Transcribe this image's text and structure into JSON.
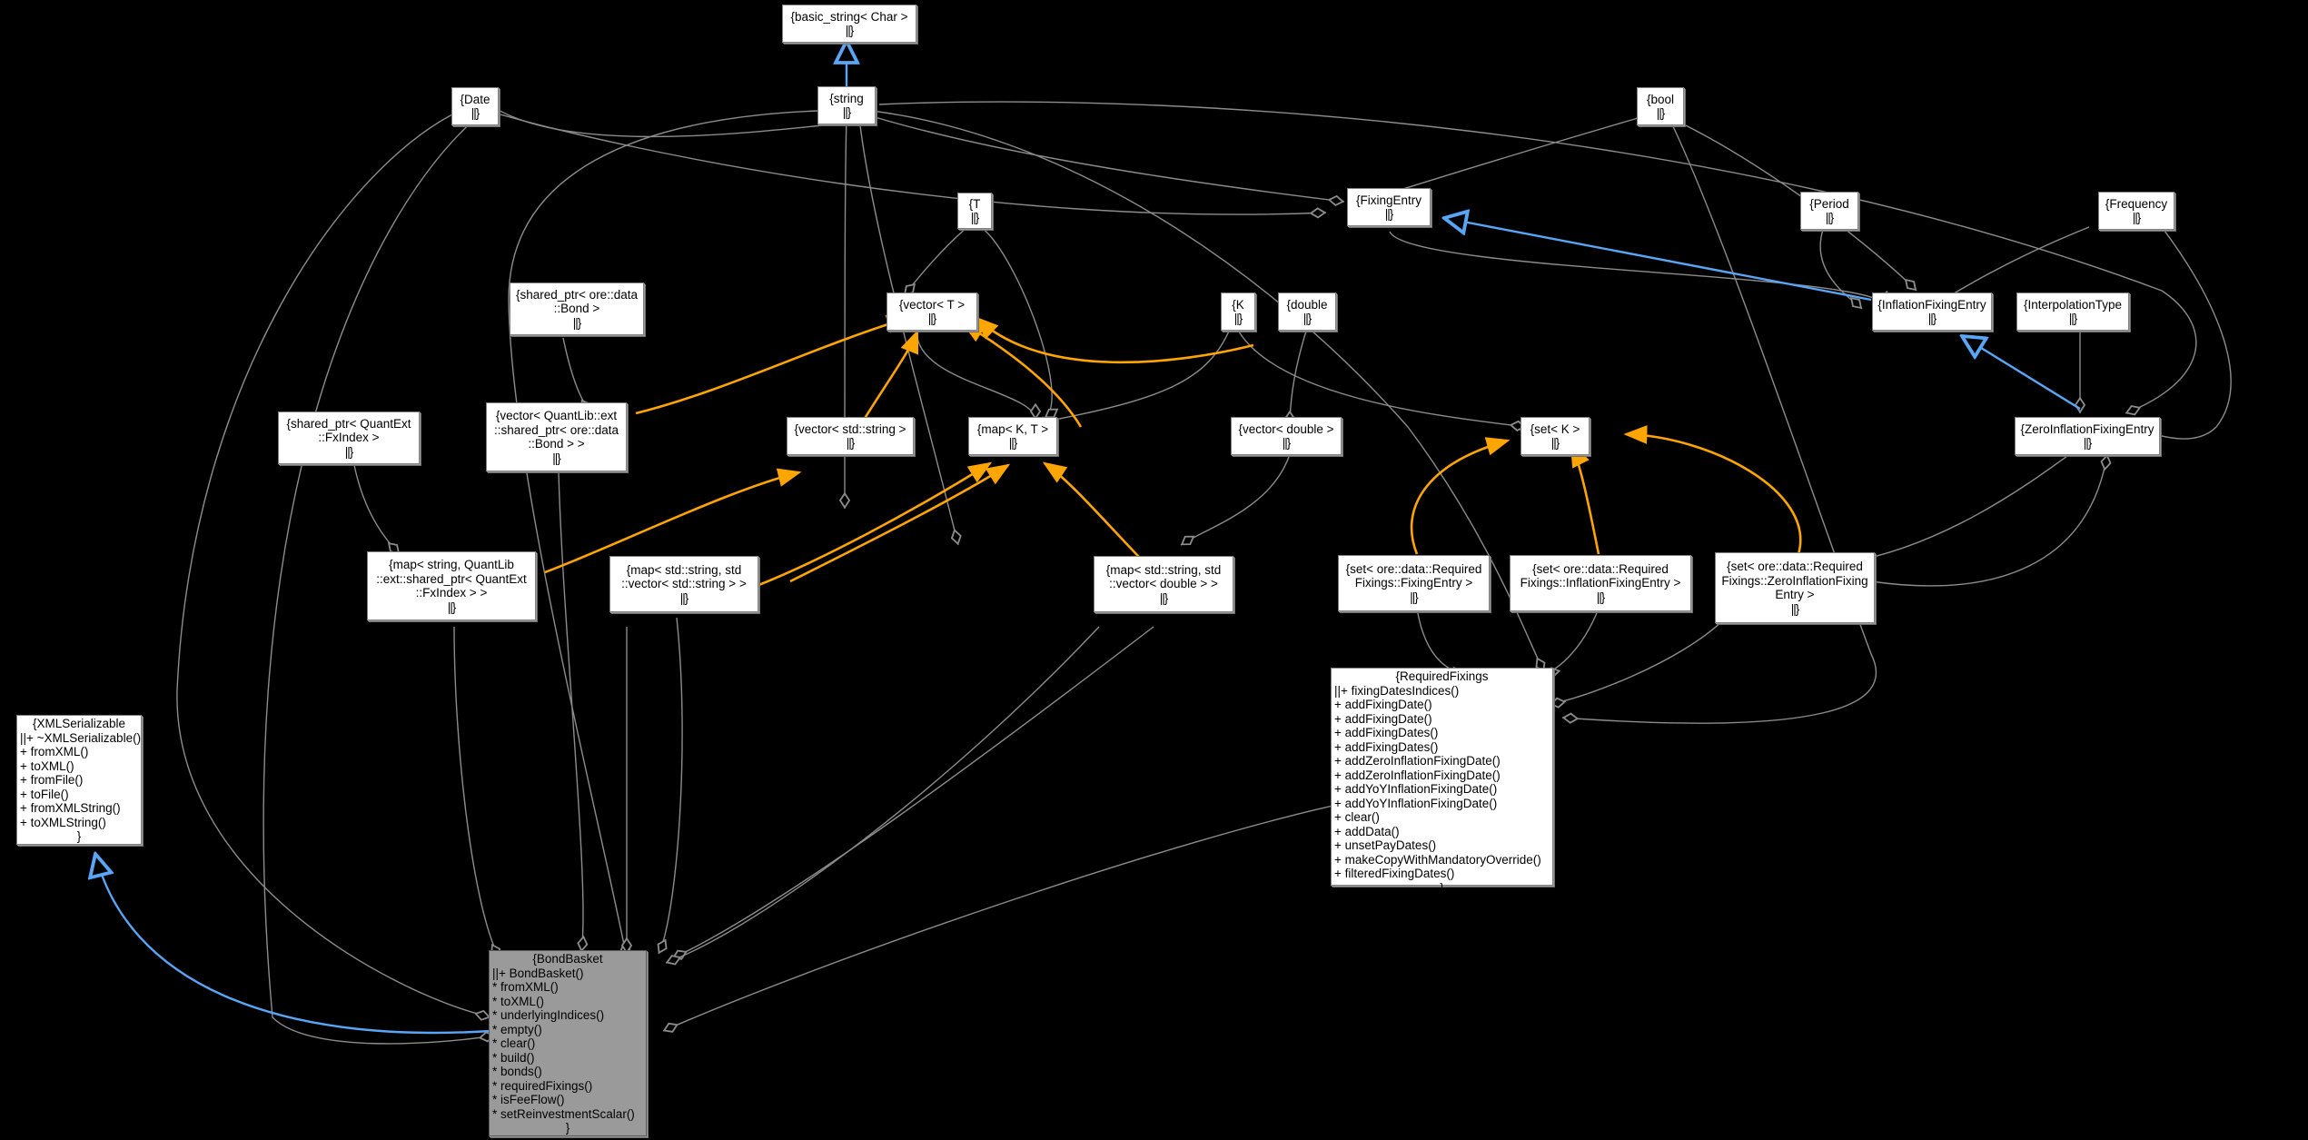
{
  "diagram": {
    "kind": "uml-collaboration-diagram",
    "background_color": "#000000",
    "node_fill": "#ffffff",
    "node_highlight_fill": "#9a9a9a",
    "edge_colors": {
      "inheritance": "#58a6f5",
      "usage": "#ffa500",
      "aggregation": "#8c8c8c"
    }
  },
  "nodes": {
    "basic_string_char": {
      "title": "{basic_string< Char >",
      "closer": "||}"
    },
    "string": {
      "title": "{string",
      "closer": "||}"
    },
    "date": {
      "title": "{Date",
      "closer": "||}"
    },
    "bool": {
      "title": "{bool",
      "closer": "||}"
    },
    "fixing_entry": {
      "title": "{FixingEntry",
      "closer": "||}"
    },
    "period": {
      "title": "{Period",
      "closer": "||}"
    },
    "frequency": {
      "title": "{Frequency",
      "closer": "||}"
    },
    "t_param": {
      "title": "{T",
      "closer": "||}"
    },
    "vector_t": {
      "title": "{vector< T >",
      "closer": "||}"
    },
    "k_param": {
      "title": "{K",
      "closer": "||}"
    },
    "double_type": {
      "title": "{double",
      "closer": "||}"
    },
    "inflation_fixing_entry": {
      "title": "{InflationFixingEntry",
      "closer": "||}"
    },
    "interpolation_type": {
      "title": "{InterpolationType",
      "closer": "||}"
    },
    "zero_inflation_fixing_entry": {
      "title": "{ZeroInflationFixingEntry",
      "closer": "||}"
    },
    "shared_ptr_bond": {
      "title": "{shared_ptr< ore::data\n::Bond >",
      "closer": "||}"
    },
    "shared_ptr_fxindex": {
      "title": "{shared_ptr< QuantExt\n::FxIndex >",
      "closer": "||}"
    },
    "vector_shared_ptr_bond": {
      "title": "{vector< QuantLib::ext\n::shared_ptr< ore::data\n::Bond > >",
      "closer": "||}"
    },
    "vector_std_string": {
      "title": "{vector< std::string >",
      "closer": "||}"
    },
    "map_k_t": {
      "title": "{map< K, T >",
      "closer": "||}"
    },
    "vector_double": {
      "title": "{vector< double >",
      "closer": "||}"
    },
    "set_k": {
      "title": "{set< K >",
      "closer": "||}"
    },
    "map_string_fxindex": {
      "title": "{map< string, QuantLib\n::ext::shared_ptr< QuantExt\n::FxIndex > >",
      "closer": "||}"
    },
    "map_string_vector_string": {
      "title": "{map< std::string, std\n::vector< std::string > >",
      "closer": "||}"
    },
    "map_string_vector_double": {
      "title": "{map< std::string, std\n::vector< double > >",
      "closer": "||}"
    },
    "set_fixing_entry": {
      "title": "{set< ore::data::Required\nFixings::FixingEntry >",
      "closer": "||}"
    },
    "set_inflation_fixing_entry": {
      "title": "{set< ore::data::Required\nFixings::InflationFixingEntry >",
      "closer": "||}"
    },
    "set_zero_inflation_fixing_entry": {
      "title": "{set< ore::data::Required\nFixings::ZeroInflationFixing\nEntry >",
      "closer": "||}"
    },
    "required_fixings": {
      "title": "{RequiredFixings",
      "members": [
        "||+ fixingDatesIndices()",
        "+ addFixingDate()",
        "+ addFixingDate()",
        "+ addFixingDates()",
        "+ addFixingDates()",
        "+ addZeroInflationFixingDate()",
        "+ addZeroInflationFixingDate()",
        "+ addYoYInflationFixingDate()",
        "+ addYoYInflationFixingDate()",
        "+ clear()",
        "+ addData()",
        "+ unsetPayDates()",
        "+ makeCopyWithMandatoryOverride()",
        "+ filteredFixingDates()"
      ],
      "closer": "}"
    },
    "xml_serializable": {
      "title": "{XMLSerializable",
      "members": [
        "||+ ~XMLSerializable()",
        "+ fromXML()",
        "+ toXML()",
        "+ fromFile()",
        "+ toFile()",
        "+ fromXMLString()",
        "+ toXMLString()"
      ],
      "closer": "}"
    },
    "bond_basket": {
      "title": "{BondBasket",
      "members": [
        "||+ BondBasket()",
        "* fromXML()",
        "* toXML()",
        "* underlyingIndices()",
        "* empty()",
        "* clear()",
        "* build()",
        "* bonds()",
        "* requiredFixings()",
        "* isFeeFlow()",
        "* setReinvestmentScalar()"
      ],
      "closer": "}"
    }
  }
}
